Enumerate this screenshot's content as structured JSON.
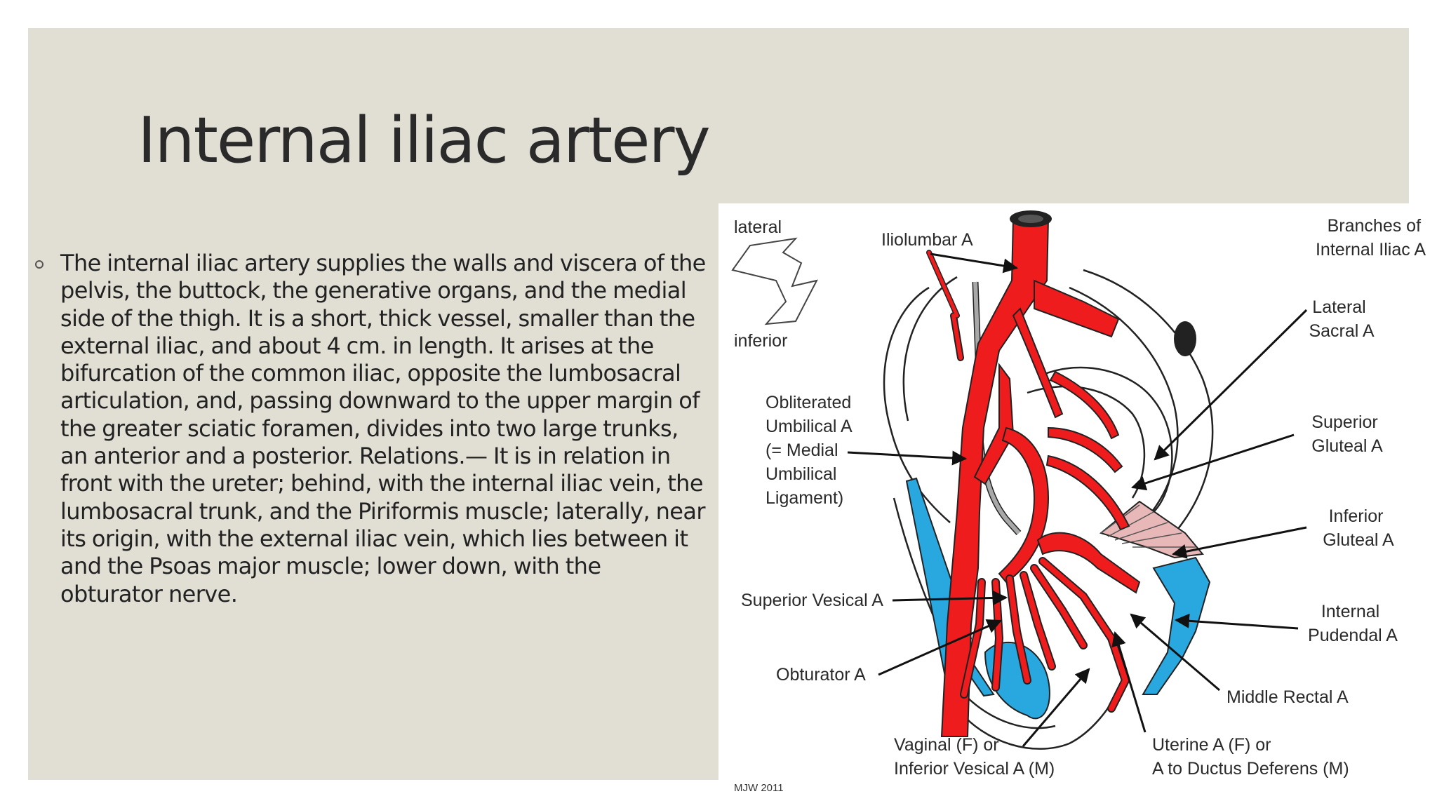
{
  "slide": {
    "title": "Internal iliac artery",
    "body": "The internal iliac artery supplies the walls and viscera of the pelvis, the buttock, the generative organs, and the medial side of the thigh. It is a short, thick vessel, smaller than the external iliac, and about 4 cm. in length. It arises at the bifurcation of the common iliac, opposite the lumbosacral articulation, and, passing downward to the upper margin of the greater sciatic foramen, divides into two large trunks, an anterior and a posterior. Relations.— It is in relation in front with the ureter; behind, with the internal iliac vein, the lumbosacral trunk, and the Piriformis muscle; laterally, near its origin, with the external iliac vein, which lies between it and the Psoas major muscle; lower down, with the obturator nerve."
  },
  "figure": {
    "orientation": {
      "lateral": "lateral",
      "inferior": "inferior"
    },
    "heading": [
      "Branches of",
      "Internal Iliac A"
    ],
    "labels": {
      "iliolumbar": [
        "Iliolumbar A"
      ],
      "lateral_sacral": [
        "Lateral",
        "Sacral A"
      ],
      "obliterated_umbilical": [
        "Obliterated",
        "Umbilical A",
        "(= Medial",
        "Umbilical",
        "Ligament)"
      ],
      "superior_gluteal": [
        "Superior",
        "Gluteal A"
      ],
      "inferior_gluteal": [
        "Inferior",
        "Gluteal A"
      ],
      "superior_vesical": [
        "Superior Vesical A"
      ],
      "internal_pudendal": [
        "Internal",
        "Pudendal A"
      ],
      "obturator": [
        "Obturator A"
      ],
      "middle_rectal": [
        "Middle Rectal A"
      ],
      "vaginal": [
        "Vaginal (F) or",
        "Inferior Vesical A (M)"
      ],
      "uterine": [
        "Uterine A (F) or",
        "A to Ductus Deferens (M)"
      ]
    },
    "credit": "MJW 2011",
    "colors": {
      "artery": "#ee1c1c",
      "vein": "#29a8e0",
      "ligament": "#a8a8a8",
      "muscle": "#e8b8b8",
      "outline": "#222222"
    }
  }
}
